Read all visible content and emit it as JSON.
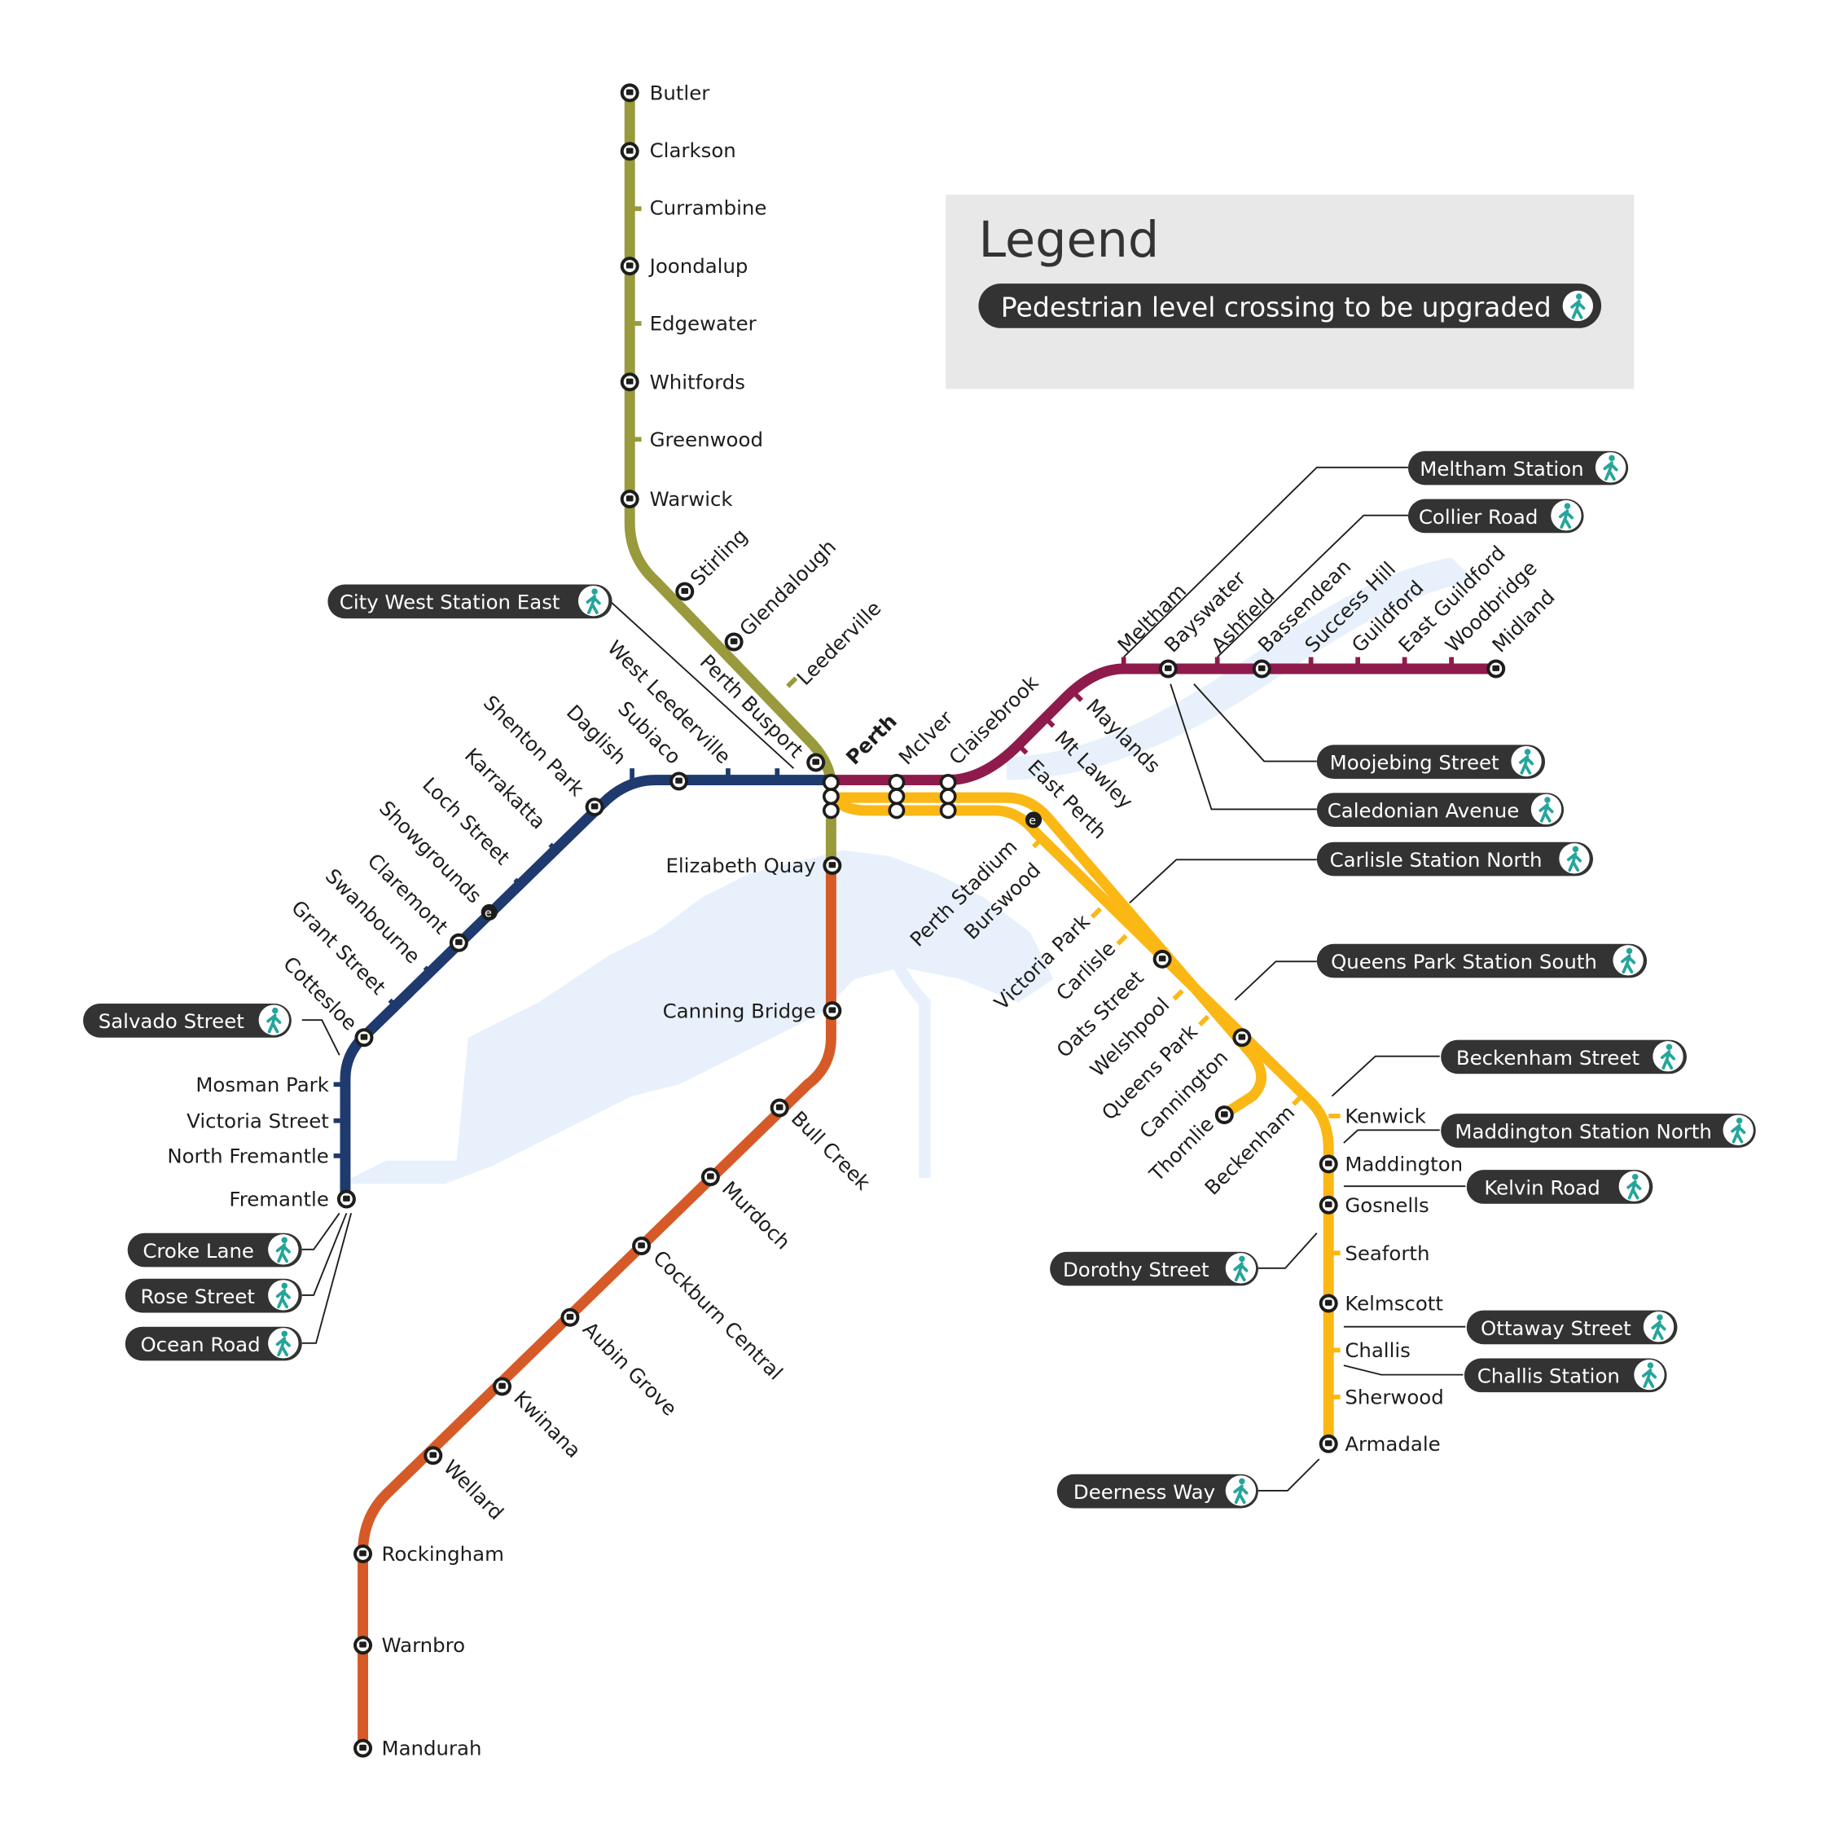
{
  "colors": {
    "yanchep": "#989a3c",
    "fremantle": "#1e3a6e",
    "midland": "#8e1b4c",
    "armadale": "#fbb714",
    "mandurah": "#d65a27",
    "water": "#e8f1fb",
    "pill": "#333333",
    "icon": "#25a59b",
    "legend_bg": "#e9e8e8"
  },
  "legend": {
    "title": "Legend",
    "item": "Pedestrian level crossing to be upgraded",
    "item_icon": "pedestrian-icon"
  },
  "stations": {
    "butler": "Butler",
    "clarkson": "Clarkson",
    "currambine": "Currambine",
    "joondalup": "Joondalup",
    "edgewater": "Edgewater",
    "whitfords": "Whitfords",
    "greenwood": "Greenwood",
    "warwick": "Warwick",
    "stirling": "Stirling",
    "glendalough": "Glendalough",
    "leederville": "Leederville",
    "perth_busport": "Perth Busport",
    "perth": "Perth",
    "west_leederville": "West Leederville",
    "subiaco": "Subiaco",
    "daglish": "Daglish",
    "shenton_park": "Shenton Park",
    "karrakatta": "Karrakatta",
    "loch_street": "Loch Street",
    "showgrounds": "Showgrounds",
    "claremont": "Claremont",
    "swanbourne": "Swanbourne",
    "grant_street": "Grant Street",
    "cottesloe": "Cottesloe",
    "mosman_park": "Mosman Park",
    "victoria_street": "Victoria Street",
    "north_fremantle": "North Fremantle",
    "fremantle": "Fremantle",
    "elizabeth_quay": "Elizabeth Quay",
    "canning_bridge": "Canning Bridge",
    "bull_creek": "Bull Creek",
    "murdoch": "Murdoch",
    "cockburn_central": "Cockburn Central",
    "aubin_grove": "Aubin Grove",
    "kwinana": "Kwinana",
    "wellard": "Wellard",
    "rockingham": "Rockingham",
    "warnbro": "Warnbro",
    "mandurah": "Mandurah",
    "mciver": "McIver",
    "claisebrook": "Claisebrook",
    "maylands": "Maylands",
    "mt_lawley": "Mt Lawley",
    "east_perth": "East Perth",
    "meltham": "Meltham",
    "bayswater": "Bayswater",
    "ashfield": "Ashfield",
    "bassendean": "Bassendean",
    "success_hill": "Success Hill",
    "guildford": "Guildford",
    "east_guildford": "East Guildford",
    "woodbridge": "Woodbridge",
    "midland": "Midland",
    "perth_stadium": "Perth Stadium",
    "burswood": "Burswood",
    "victoria_park": "Victoria Park",
    "carlisle": "Carlisle",
    "oats_street": "Oats Street",
    "welshpool": "Welshpool",
    "queens_park": "Queens Park",
    "cannington": "Cannington",
    "thornlie": "Thornlie",
    "beckenham": "Beckenham",
    "kenwick": "Kenwick",
    "maddington": "Maddington",
    "gosnells": "Gosnells",
    "seaforth": "Seaforth",
    "kelmscott": "Kelmscott",
    "challis": "Challis",
    "sherwood": "Sherwood",
    "armadale": "Armadale"
  },
  "crossings": {
    "meltham_station": "Meltham Station",
    "collier_road": "Collier Road",
    "city_west_station_east": "City West Station East",
    "moojebing_street": "Moojebing Street",
    "caledonian_avenue": "Caledonian Avenue",
    "carlisle_station_north": "Carlisle Station North",
    "queens_park_station_south": "Queens Park Station South",
    "beckenham_street": "Beckenham Street",
    "maddington_station_north": "Maddington Station North",
    "kelvin_road": "Kelvin Road",
    "dorothy_street": "Dorothy Street",
    "ottaway_street": "Ottaway Street",
    "challis_station": "Challis Station",
    "deerness_way": "Deerness Way",
    "salvado_street": "Salvado Street",
    "croke_lane": "Croke Lane",
    "rose_street": "Rose Street",
    "ocean_road": "Ocean Road"
  }
}
